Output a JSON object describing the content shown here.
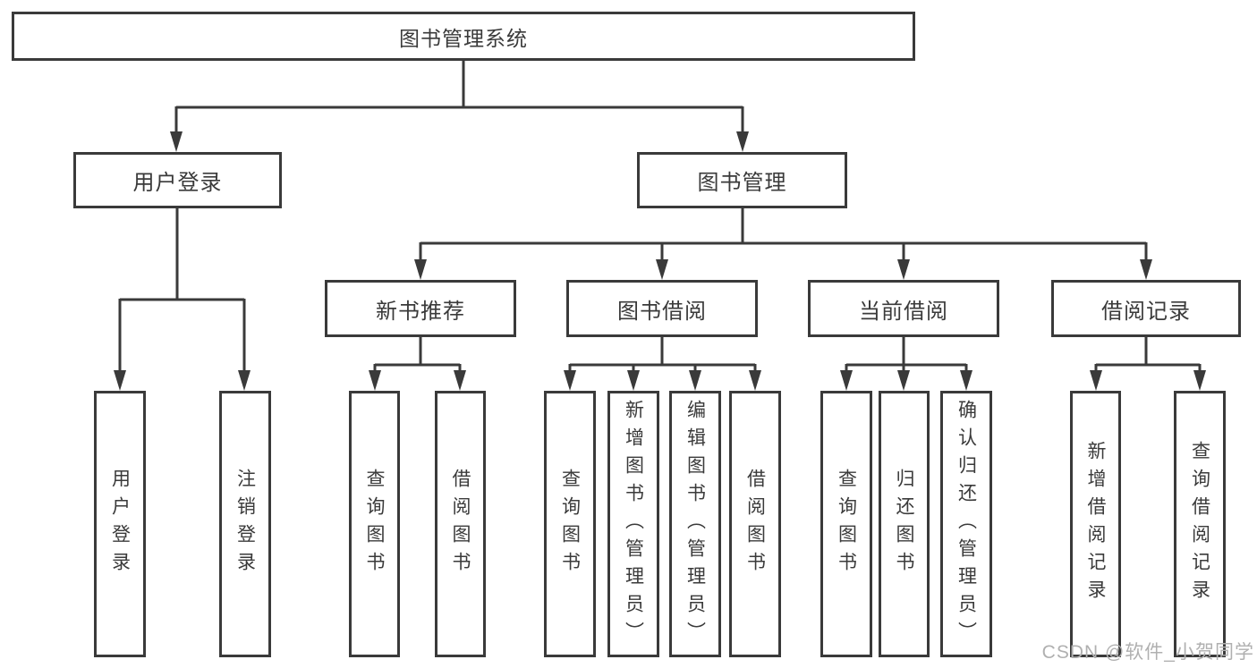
{
  "tree": {
    "root": {
      "label": "图书管理系统"
    },
    "branches": [
      {
        "label": "用户登录",
        "children": [
          {
            "label": "用户登录"
          },
          {
            "label": "注销登录"
          }
        ]
      },
      {
        "label": "图书管理",
        "groups": [
          {
            "label": "新书推荐",
            "children": [
              {
                "label": "查询图书"
              },
              {
                "label": "借阅图书"
              }
            ]
          },
          {
            "label": "图书借阅",
            "children": [
              {
                "label": "查询图书"
              },
              {
                "label": "新增图书（管理员）"
              },
              {
                "label": "编辑图书（管理员）"
              },
              {
                "label": "借阅图书"
              }
            ]
          },
          {
            "label": "当前借阅",
            "children": [
              {
                "label": "查询图书"
              },
              {
                "label": "归还图书"
              },
              {
                "label": "确认归还（管理员）"
              }
            ]
          },
          {
            "label": "借阅记录",
            "children": [
              {
                "label": "新增借阅记录"
              },
              {
                "label": "查询借阅记录"
              }
            ]
          }
        ]
      }
    ]
  },
  "watermark": "CSDN @软件_小贺同学",
  "colors": {
    "line": "#3a3a3a",
    "text": "#3a3a3a",
    "background": "#ffffff",
    "watermark": "#b0b0b0"
  }
}
